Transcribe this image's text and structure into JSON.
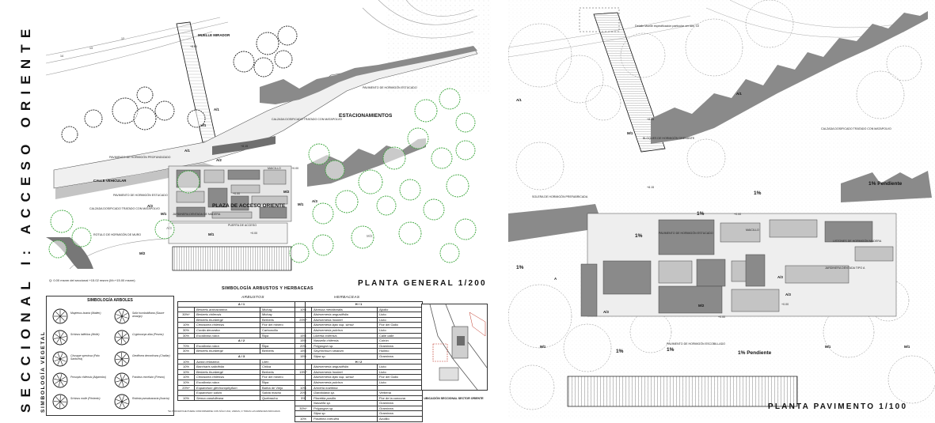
{
  "sheet": {
    "vertical_title": "SECCIONAL I: ACCESO ORIENTE",
    "side_label": "SIMBOLOGÍA VEGETAL"
  },
  "plan_general": {
    "title": "PLANTA GENERAL  1/200",
    "scale_note": "Q: 0.00 msnm del seccional +15.02 msnm (M=+15.00 msnm)",
    "contours": [
      "14",
      "13",
      "12"
    ],
    "labels": {
      "muelle": "MUELLE MIRADOR",
      "estacionamientos": "ESTACIONAMIENTOS",
      "calle": "CALLE VEHICULAR",
      "plaza": "PLAZA DE ACCESO ORIENTE",
      "pavimento1": "PAVIMENTO DE HORMIGÓN ESTUCADO",
      "pavimento2": "PAVIMENTO DE HORMIGÓN PROFUNDIZADO",
      "pavimento3": "PAVIMENTO DE HORMIGÓN ESTUCADO",
      "calzada1": "CALZADA DOSIFICADO TRATADO CON MATAPOLVO",
      "calzada2": "CALZADA DOSIFICADO TRATADO CON MATAPOLVO",
      "jardin": "JARDINERA DENTADA DE MADERA",
      "maicillo": "MAICILLO",
      "puerta": "PUERTA DE ACCESO",
      "rotulo": "ROTULO DE HORMIGÓN DE MURO"
    },
    "levels": [
      "+8.60",
      "+8.15",
      "+0.00",
      "+0.00",
      "+0.00"
    ],
    "codes": [
      "A/1",
      "M/1",
      "A/1",
      "A/3",
      "M/1",
      "M/1",
      "A/3",
      "M/2",
      "M/2",
      "A/2",
      "M/1",
      "A/3",
      "M/2"
    ]
  },
  "plan_pavimento": {
    "title": "PLANTA PAVIMENTO 1/100",
    "note": "Detalle Muelle especificación particular ver lam. 10",
    "levels": [
      "+8.15",
      "+8.15",
      "+0.00",
      "+0.00",
      "+0.00"
    ],
    "percents": [
      "1% Pendiente",
      "1% Pendiente",
      "1%",
      "1%",
      "1%",
      "1%",
      "1%",
      "1%"
    ],
    "codes": [
      "A/1",
      "M/1",
      "A/1",
      "A/3",
      "M/1",
      "A/3",
      "M/2",
      "A/3",
      "M/1",
      "M/1"
    ],
    "labels": {
      "maicillo": "MAICILLO",
      "pav_estucado": "PAVIMENTO DE HORMIGÓN ESTUCADO",
      "pav_escobillado": "PAVIMENTO DE HORMIGÓN ESCOBILLADO",
      "calzada": "CALZADA DOSIFICADO TRATADO CON MATAPOLVO",
      "solera": "SOLERA DE HORMIGÓN PREFABRICADA",
      "listones": "LISTONES DE HORMIGÓN MADERA",
      "jardinera": "JARDINERA DENTADA TIPO A",
      "bloques": "BLOQUES DE HORMIGÓN DRENANTE"
    },
    "a_marker": "A"
  },
  "legend": {
    "title": "SIMBOLOGÍA ARBUSTOS Y HERBACEAS",
    "tree_title": "SIMBOLOGÍA ARBOLES",
    "trees": [
      {
        "name": "Maytenus boaria (Maitén)"
      },
      {
        "name": "Salix humboldtiana (Sauce amargo)"
      },
      {
        "name": "Schinus latifolius (Molle)"
      },
      {
        "name": "Cryptocarya alba (Peumo)"
      },
      {
        "name": "Chusque speciosa (Palo Santo/Ha)"
      },
      {
        "name": "Geoffroea decorticans (Chañar)"
      },
      {
        "name": "Prosopis chilensis (Algarrobo)"
      },
      {
        "name": "Fraxinus excelsior (Fresno)"
      },
      {
        "name": "Schinus molle (Pimiento)"
      },
      {
        "name": "Robinia pseudoacacia (Acacia)"
      }
    ],
    "arbustos_head": "ARBUSTOS",
    "herbaceas_head": "HERBACEAS",
    "arbustos": [
      {
        "group": "A / 1",
        "rows": [
          {
            "pct": "",
            "sci": "Berberis actinacantha",
            "com": "Michay"
          },
          {
            "pct": "30%*",
            "sci": "Berberis chilensis",
            "com": "Michay"
          },
          {
            "pct": "",
            "sci": "Berberis thunbergii",
            "com": "Berberis"
          },
          {
            "pct": "10%",
            "sci": "Centaurea chilensis",
            "com": "Flor del minero"
          },
          {
            "pct": "30%",
            "sci": "Cordia decandra",
            "com": "Carboncillo"
          },
          {
            "pct": "30%",
            "sci": "Escallonia rubra",
            "com": "Ñipa"
          }
        ]
      },
      {
        "group": "A / 2",
        "rows": [
          {
            "pct": "70%",
            "sci": "Escallonia rubra",
            "com": "Ñipa"
          },
          {
            "pct": "30%",
            "sci": "Berberis thunbergii",
            "com": "Berberis"
          }
        ]
      },
      {
        "group": "A / 3",
        "rows": [
          {
            "pct": "10%",
            "sci": "Azara celastrina",
            "com": "Lilén"
          },
          {
            "pct": "10%",
            "sci": "Baccharis salicifolia",
            "com": "Chilca"
          },
          {
            "pct": "10%",
            "sci": "Berberis thunbergii",
            "com": "Berberis"
          },
          {
            "pct": "10%",
            "sci": "Centaurea chilensis",
            "com": "Flor del minero"
          },
          {
            "pct": "10%",
            "sci": "Escallonia rubra",
            "com": "Ñipa"
          },
          {
            "pct": "20%*",
            "sci": "Eupatorium glechonophyllum",
            "com": "Barba de Viejo"
          },
          {
            "pct": "",
            "sci": "Eupatorium salvia",
            "com": "Salvia macho"
          },
          {
            "pct": "10%",
            "sci": "Senna candolleana",
            "com": "Quebracho"
          }
        ]
      }
    ],
    "herbaceas": [
      {
        "group": "H / 1",
        "rows": [
          {
            "pct": "10%",
            "sci": "Alonsoa meridionalis",
            "com": "Ajicillo"
          },
          {
            "pct": "",
            "sci": "Alstroemeria angustifolia",
            "com": "Liuto"
          },
          {
            "pct": "20%*",
            "sci": "Alstroemeria hookeri",
            "com": "Liuto"
          },
          {
            "pct": "",
            "sci": "Alstroemeria ligtu ssp. simsii",
            "com": "Flor del Gallo"
          },
          {
            "pct": "",
            "sci": "Alstroemeria pulchra",
            "com": "Liuto"
          },
          {
            "pct": "15%",
            "sci": "Libertia chilensis",
            "com": "Calle calle"
          },
          {
            "pct": "15%",
            "sci": "Nassella chilensis",
            "com": "Coirón"
          },
          {
            "pct": "20%",
            "sci": "Polypogon sp.",
            "com": "Gramínea"
          },
          {
            "pct": "15%",
            "sci": "Sisyrinchium striatum",
            "com": "Huilmo"
          },
          {
            "pct": "15%",
            "sci": "Stipa sp.",
            "com": "Gramínea"
          }
        ]
      },
      {
        "group": "H / 2",
        "rows": [
          {
            "pct": "",
            "sci": "Alstroemeria angustifolia",
            "com": "Liuto"
          },
          {
            "pct": "15%*",
            "sci": "Alstroemeria hookeri",
            "com": "Liuto"
          },
          {
            "pct": "",
            "sci": "Alstroemeria ligtu ssp. simsii",
            "com": "Flor del Gallo"
          },
          {
            "pct": "",
            "sci": "Alstroemeria pulchra",
            "com": "Liuto"
          },
          {
            "pct": "10%",
            "sci": "Armeria maritima",
            "com": ""
          },
          {
            "pct": "20%",
            "sci": "Glandularia sp.",
            "com": "Verbena"
          },
          {
            "pct": "5%",
            "sci": "Placettia pusilla",
            "com": "Flor de la cuncuna"
          },
          {
            "pct": "",
            "sci": "Nassella sp.",
            "com": "Gramínea"
          },
          {
            "pct": "30%*",
            "sci": "Polypogon sp.",
            "com": "Gramínea"
          },
          {
            "pct": "",
            "sci": "Stipa sp.",
            "com": "Gramínea"
          },
          {
            "pct": "10%",
            "sci": "Pasithea coerulea",
            "com": "Azulillo"
          }
        ]
      }
    ],
    "footnote": "*EL PORCENTAJE PUEDE CONFORMARSE CON SÓLO UNA, VARIAS, O TODAS LAS ESPECIES INDICADAS",
    "keymap_caption": "UBICACIÓN SECCIONAL SECTOR ORIENTE"
  },
  "colors": {
    "ink": "#111111",
    "pavement_dark": "#8a8a8a",
    "pavement_mid": "#c4c4c4",
    "pavement_light": "#e6e6e6",
    "tree_green": "#3aa53a",
    "tree_dark": "#222222",
    "contour": "#9c9c9c"
  }
}
